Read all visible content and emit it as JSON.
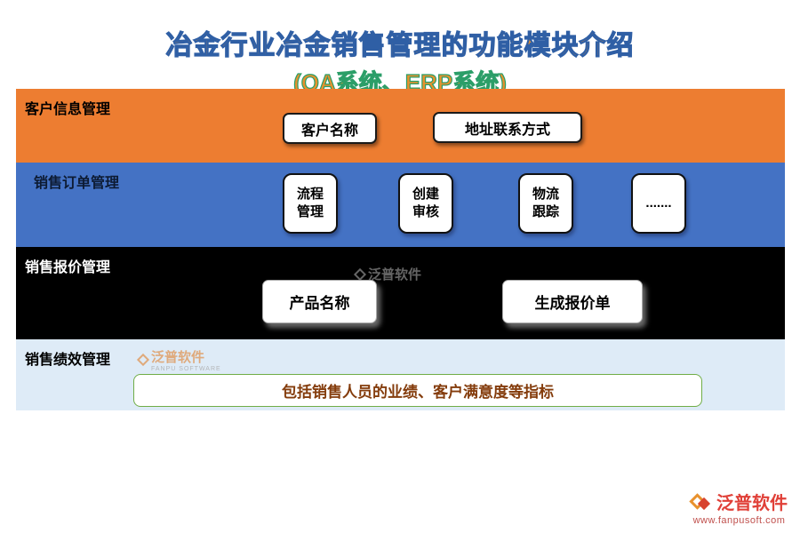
{
  "title": {
    "line1": "冶金行业冶金销售管理的功能模块介绍",
    "line2": "(OA系统、ERP系统)"
  },
  "bands": [
    {
      "label": "客户信息管理",
      "items": [
        "客户名称",
        "地址联系方式"
      ]
    },
    {
      "label": "销售订单管理",
      "items": [
        "流程\n管理",
        "创建\n审核",
        "物流\n跟踪",
        "......."
      ]
    },
    {
      "label": "销售报价管理",
      "items": [
        "产品名称",
        "生成报价单"
      ]
    },
    {
      "label": "销售绩效管理",
      "items": [
        "包括销售人员的业绩、客户满意度等指标"
      ]
    }
  ],
  "colors": {
    "band1_bg": "#ED7D31",
    "band2_bg": "#4472C4",
    "band3_bg": "#000000",
    "band4_bg": "#DEEBF7",
    "band4_box_border": "#70AD47",
    "band4_text": "#843C0C",
    "title_fill": "#E8912D",
    "title_stroke_line1": "#2F5FA5",
    "title_stroke_line2": "#2B9E68"
  },
  "watermarks": {
    "band3": "泛普软件",
    "band4": "泛普软件",
    "band4_sub": "FANPU SOFTWARE"
  },
  "footer": {
    "brand": "泛普软件",
    "url": "www.fanpusoft.com"
  }
}
